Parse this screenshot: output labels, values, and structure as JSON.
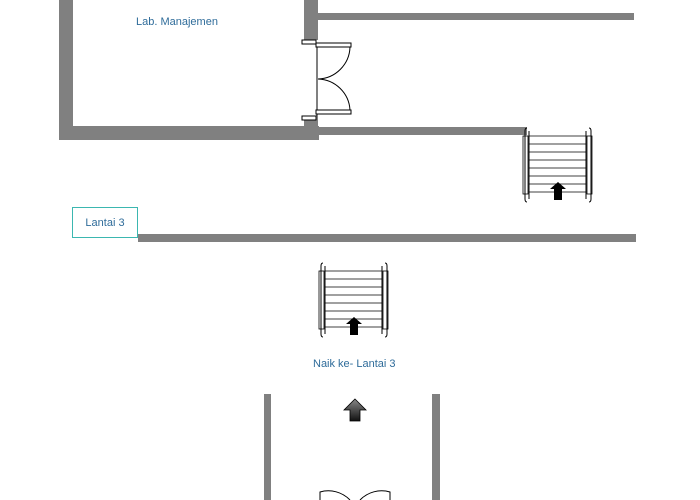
{
  "rooms": [
    {
      "label": "Lab. Manajemen"
    }
  ],
  "floor_tag": {
    "label": "Lantai 3"
  },
  "stair_label": "Naik ke- Lantai 3",
  "colors": {
    "wall": "#808080",
    "text": "#2f6c9a",
    "tag_border": "#3bb7b0"
  }
}
